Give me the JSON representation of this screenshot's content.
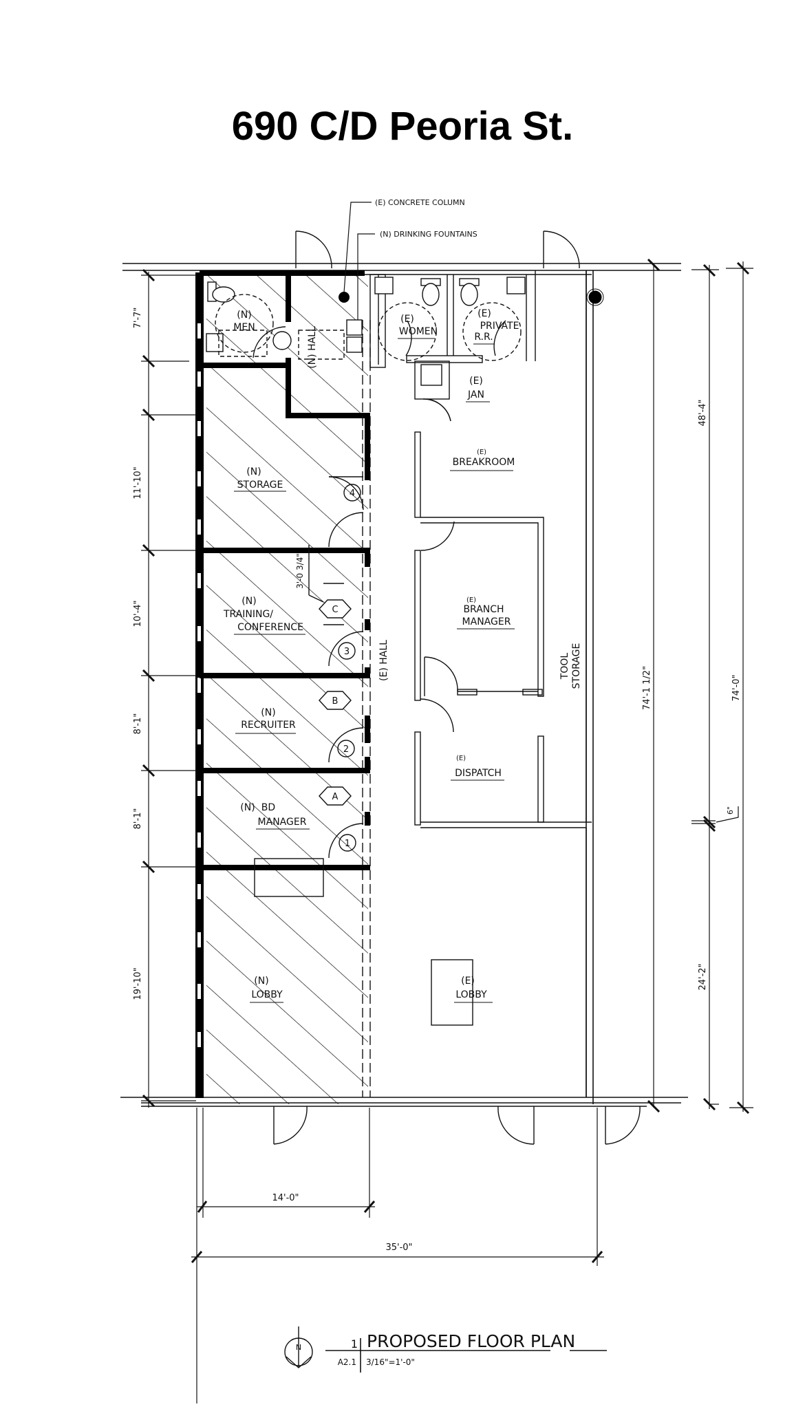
{
  "title": "690 C/D Peoria St.",
  "annotations": {
    "concrete_column": "(E) CONCRETE COLUMN",
    "drinking_fountains": "(N) DRINKING FOUNTAINS"
  },
  "rooms": {
    "men": {
      "status": "(N)",
      "name": "MEN"
    },
    "n_hall": {
      "label": "(N) HALL"
    },
    "women": {
      "status": "(E)",
      "name": "WOMEN"
    },
    "private_rr": {
      "status": "(E)",
      "name1": "PRIVATE",
      "name2": "R.R."
    },
    "jan": {
      "status": "(E)",
      "name": "JAN"
    },
    "storage": {
      "status": "(N)",
      "name": "STORAGE"
    },
    "breakroom": {
      "status": "(E)",
      "name": "BREAKROOM"
    },
    "training": {
      "status": "(N)",
      "name1": "TRAINING/",
      "name2": "CONFERENCE"
    },
    "branch_manager": {
      "status": "(E)",
      "name1": "BRANCH",
      "name2": "MANAGER"
    },
    "tool_storage": {
      "name1": "TOOL",
      "name2": "STORAGE"
    },
    "e_hall": {
      "label": "(E) HALL"
    },
    "recruiter": {
      "status": "(N)",
      "name": "RECRUITER"
    },
    "dispatch": {
      "status": "(E)",
      "name": "DISPATCH"
    },
    "bd_manager": {
      "status": "(N)",
      "name1": "BD",
      "name2": "MANAGER"
    },
    "n_lobby": {
      "status": "(N)",
      "name": "LOBBY"
    },
    "e_lobby": {
      "status": "(E)",
      "name": "LOBBY"
    }
  },
  "door_tags": [
    "4",
    "3",
    "2",
    "1"
  ],
  "window_tags": [
    "C",
    "B",
    "A"
  ],
  "dimensions": {
    "left": [
      "7'-7\"",
      "11'-10\"",
      "10'-4\"",
      "8'-1\"",
      "8'-1\"",
      "19'-10\""
    ],
    "window_offset": "3'-0 3/4\"",
    "right_inner": "74'-1 1/2\"",
    "right_upper": "48'-4\"",
    "right_lower": "24'-2\"",
    "right_step": "6\"",
    "right_outer": "74'-0\"",
    "bottom_inner": "14'-0\"",
    "bottom_outer": "35'-0\""
  },
  "title_block": {
    "north_label": "N",
    "drawing_number": "1",
    "drawing_title": "PROPOSED FLOOR PLAN",
    "sheet": "A2.1",
    "scale": "3/16\"=1'-0\""
  }
}
